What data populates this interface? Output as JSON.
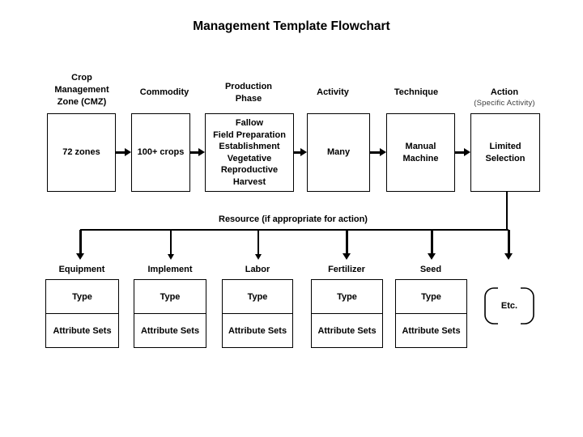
{
  "title": "Management Template Flowchart",
  "flow": {
    "columns": [
      {
        "header_lines": [
          "Crop",
          "Management",
          "Zone (CMZ)"
        ],
        "box_lines": [
          "72 zones"
        ]
      },
      {
        "header_lines": [
          "Commodity"
        ],
        "box_lines": [
          "100+ crops"
        ]
      },
      {
        "header_lines": [
          "Production",
          "Phase"
        ],
        "box_lines": [
          "Fallow",
          "Field Preparation",
          "Establishment",
          "Vegetative",
          "Reproductive",
          "Harvest"
        ]
      },
      {
        "header_lines": [
          "Activity"
        ],
        "box_lines": [
          "Many"
        ]
      },
      {
        "header_lines": [
          "Technique"
        ],
        "box_lines": [
          "Manual",
          "Machine"
        ]
      },
      {
        "header_lines": [
          "Action"
        ],
        "subheader": "(Specific Activity)",
        "box_lines": [
          "Limited",
          "Selection"
        ]
      }
    ]
  },
  "resource_branch": {
    "label": "Resource (if appropriate for action)",
    "columns": [
      {
        "label": "Equipment",
        "rows": [
          "Type",
          "Attribute Sets"
        ]
      },
      {
        "label": "Implement",
        "rows": [
          "Type",
          "Attribute Sets"
        ]
      },
      {
        "label": "Labor",
        "rows": [
          "Type",
          "Attribute Sets"
        ]
      },
      {
        "label": "Fertilizer",
        "rows": [
          "Type",
          "Attribute Sets"
        ]
      },
      {
        "label": "Seed",
        "rows": [
          "Type",
          "Attribute Sets"
        ]
      }
    ],
    "etc_label": "Etc."
  },
  "colors": {
    "background": "#ffffff",
    "line": "#000000",
    "text": "#000000",
    "subheader_text": "#3c3c3c"
  }
}
